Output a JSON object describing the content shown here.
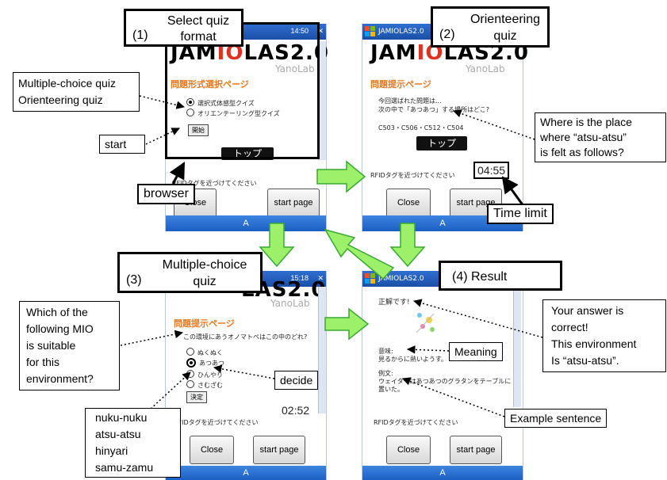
{
  "app": {
    "logo_pre": "JAM",
    "logo_mio": "IO",
    "logo_post": "LAS2.0",
    "logo_partial": "LAS2.0",
    "yanolab": "YanoLab",
    "window_title": "JAMIOLAS2.0",
    "bottom_menu": "A",
    "rfid_hint": "RFIDタグを近づけてください",
    "close": "Close",
    "start_page": "start page",
    "top": "トップ"
  },
  "screen1": {
    "status_time": "14:50",
    "heading": "問題形式選択ページ",
    "options": [
      "選択式体感型クイズ",
      "オリエンテーリング型クイズ"
    ],
    "start_button": "開始"
  },
  "screen2": {
    "heading": "問題提示ページ",
    "question_line1": "今回選ばれた問題は...",
    "question_line2": "次の中で「あつあつ」する場所はどこ?",
    "rooms": "C503・C506・C512・C504",
    "timer": "04:55"
  },
  "screen3": {
    "status_time": "15:18",
    "heading": "問題提示ページ",
    "question": "この環境にあうオノマトペはこの中のどれ?",
    "choices": [
      "ぬくぬく",
      "あつあつ",
      "ひんやり",
      "さむざむ"
    ],
    "decide_button": "決定",
    "timer": "02:52"
  },
  "screen4": {
    "correct": "正解です!",
    "meaning_label": "意味:",
    "meaning_text": "見るからに熱いようす。",
    "example_label": "例文:",
    "example_text1": "ウェイターはあつあつのグラタンをテーブルに",
    "example_text2": "置いた。"
  },
  "titles": {
    "t1_num": "(1)",
    "t1_line1": "Select quiz",
    "t1_line2": "format",
    "t2_num": "(2)",
    "t2_line1": "Orienteering",
    "t2_line2": "quiz",
    "t3_num": "(3)",
    "t3_line1": "Multiple-choice",
    "t3_line2": "quiz",
    "t4": "(4)  Result"
  },
  "labels": {
    "quiz_types_1": "Multiple-choice quiz",
    "quiz_types_2": "Orienteering quiz",
    "start": "start",
    "browser": "browser",
    "where_1": "Where is the place",
    "where_2": "where “atsu-atsu”",
    "where_3": "is felt as follows?",
    "time_limit": "Time limit",
    "which_1": "Which of the",
    "which_2": "following MIO",
    "which_3": "is suitable",
    "which_4": "for this",
    "which_5": "environment?",
    "decide": "decide",
    "onom_1": "nuku-nuku",
    "onom_2": "atsu-atsu",
    "onom_3": "hinyari",
    "onom_4": "samu-zamu",
    "answer_1": "Your answer is",
    "answer_2": "correct!",
    "answer_3": "This environment",
    "answer_4": "Is “atsu-atsu”.",
    "meaning": "Meaning",
    "example": "Example sentence"
  },
  "colors": {
    "arrow_fill": "#9df06a",
    "arrow_stroke": "#3aa832",
    "titlebar": "#1a4fa8",
    "heading_orange": "#e8781e",
    "logo_red": "#e03020"
  }
}
